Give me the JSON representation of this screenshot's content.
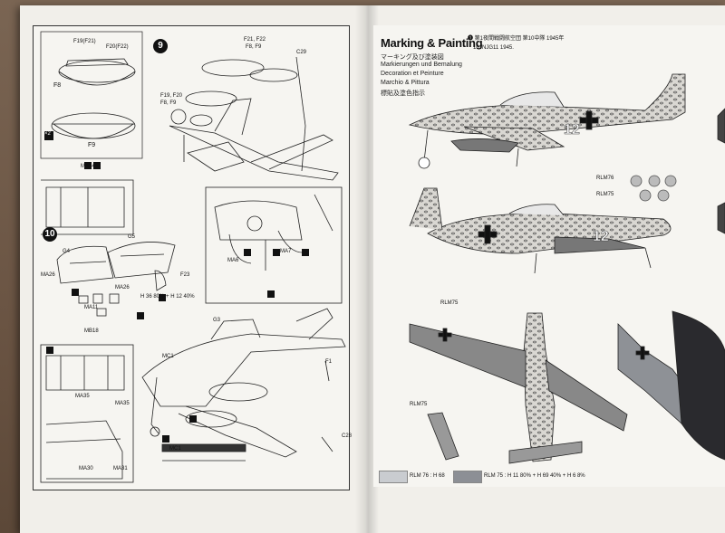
{
  "left_page": {
    "step9": "9",
    "step10": "10",
    "labels": {
      "f19f21": "F19(F21)",
      "f20f22": "F20(F22)",
      "f8": "F8",
      "f9": "F9",
      "x2": "×2",
      "f21f22": "F21, F22",
      "f8f9": "F8, F9",
      "f19f20": "F19, F20",
      "f8f9b": "F8, F9",
      "c29": "C29",
      "ma34": "MA34",
      "g4": "G4",
      "g5": "G5",
      "ma26a": "MA26",
      "ma26b": "MA26",
      "f23": "F23",
      "ma11": "MA11",
      "mb18": "MB18",
      "ma6": "MA6",
      "ma7": "MA7",
      "g3": "G3",
      "mc1a": "MC1",
      "mc1b": "MC1",
      "f1": "F1",
      "c28": "C28",
      "ma35a": "MA35",
      "ma35b": "MA35",
      "ma30": "MA30",
      "ma31": "MA31",
      "rlm_small": "H 36  80% + H 12 40%"
    }
  },
  "right_page": {
    "title": "Marking & Painting",
    "subtitle_jp": "マーキング及び塗装図",
    "subtitle_de": "Markierungen und Bemalung",
    "subtitle_fr": "Decoration et Peinture",
    "subtitle_it": "Marchio & Pittura",
    "subtitle_cn": "標貼及塗色指示",
    "unit_line": "❶ 第1夜間戦闘航空団  第10中隊  1945年",
    "unit_line2": "10./NJG11  1945.",
    "plane_number": "12",
    "rlm76": "RLM76",
    "rlm75": "RLM75",
    "rlm75_top": "RLM75",
    "rlm75_bottom": "RLM75",
    "swatch1_label": "RLM 76 : H 68",
    "swatch2_label": "RLM 75 : H 11 80% + H 69 40% + H 6 8%"
  },
  "colors": {
    "ink": "#111111",
    "paper": "#f1efea",
    "swatch_light": "#c9ccd0",
    "swatch_dark": "#8c8f95",
    "shadow": "#2a2a2e"
  }
}
